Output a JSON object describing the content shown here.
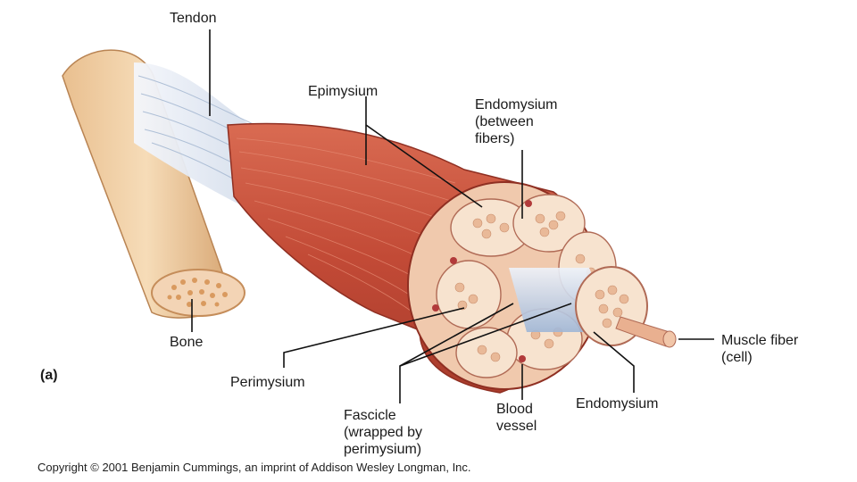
{
  "figure": {
    "panel_label": "(a)",
    "labels": {
      "tendon": "Tendon",
      "epimysium": "Epimysium",
      "endomysium_between": [
        "Endomysium",
        "(between",
        "fibers)"
      ],
      "bone": "Bone",
      "perimysium": "Perimysium",
      "fascicle": [
        "Fascicle",
        "(wrapped by",
        "perimysium)"
      ],
      "blood_vessel": [
        "Blood",
        "vessel"
      ],
      "endomysium": "Endomysium",
      "muscle_fiber": [
        "Muscle fiber",
        "(cell)"
      ]
    },
    "copyright": "Copyright © 2001 Benjamin Cummings, an imprint of Addison Wesley Longman, Inc.",
    "colors": {
      "muscle": "#c9503c",
      "bone": "#f1d3ad",
      "tendon": "#dfe6f0",
      "fascicle_fill": "#f6e2d0",
      "leader_line": "#111111"
    }
  }
}
